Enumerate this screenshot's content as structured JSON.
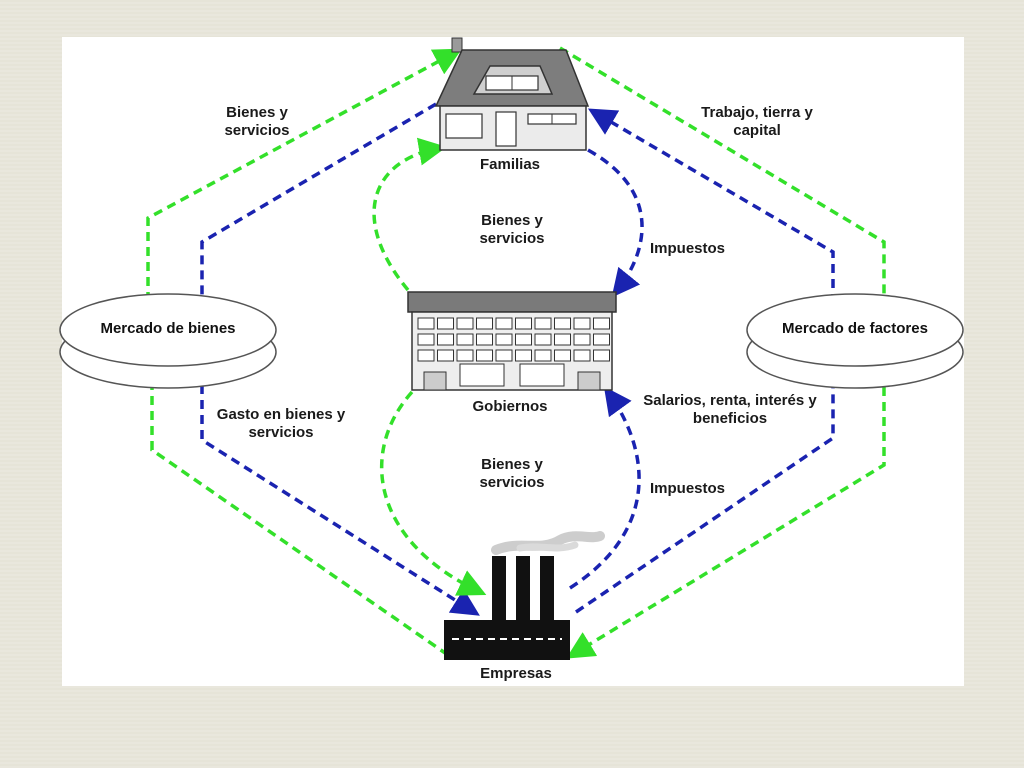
{
  "labels": {
    "familias": "Familias",
    "gobiernos": "Gobiernos",
    "empresas": "Empresas",
    "mercado_bienes": "Mercado de bienes",
    "mercado_factores": "Mercado de factores",
    "bienes_servicios_top": "Bienes y servicios",
    "trabajo_tierra_capital": "Trabajo, tierra y capital",
    "bienes_servicios_center_top": "Bienes y servicios",
    "impuestos_top": "Impuestos",
    "gasto_bienes_servicios": "Gasto en bienes y servicios",
    "salarios_renta": "Salarios, renta, interés y beneficios",
    "bienes_servicios_center_bottom": "Bienes y servicios",
    "impuestos_bottom": "Impuestos"
  },
  "colors": {
    "green_flow": "#33e02a",
    "blue_flow": "#1a23b0",
    "background": "#e6e4d8",
    "panel": "#ffffff"
  }
}
